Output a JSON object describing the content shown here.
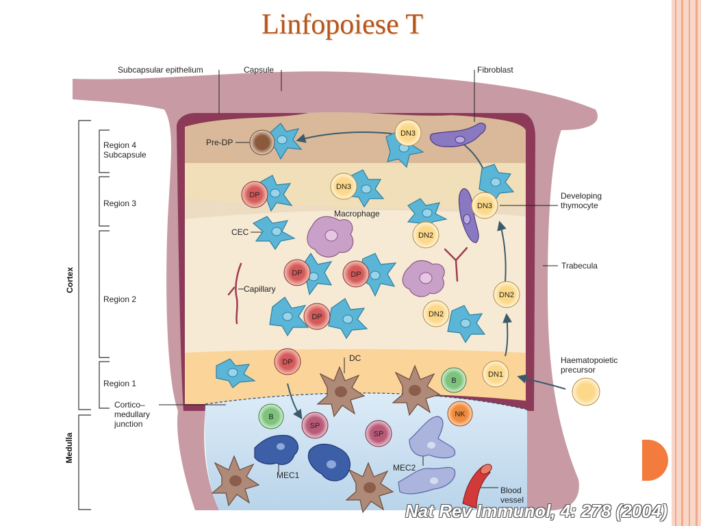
{
  "slide": {
    "title": "Linfopoiese T",
    "citation": "Nat Rev Immunol, 4: 278 (2004)"
  },
  "labels": {
    "subcapsular_epithelium": "Subcapsular epithelium",
    "capsule": "Capsule",
    "fibroblast": "Fibroblast",
    "pre_dp": "Pre-DP",
    "developing_thymocyte": "Developing\nthymocyte",
    "macrophage": "Macrophage",
    "cec": "CEC",
    "capillary": "Capillary",
    "trabecula": "Trabecula",
    "dc": "DC",
    "haematopoietic_precursor": "Haematopoietic\nprecursor",
    "cortico_medullary_junction": "Cortico–\nmedullary\njunction",
    "mec1": "MEC1",
    "mec2": "MEC2",
    "blood_vessel": "Blood\nvessel"
  },
  "regions": {
    "region4": "Region 4\nSubcapsule",
    "region3": "Region 3",
    "region2": "Region 2",
    "region1": "Region 1",
    "cortex": "Cortex",
    "medulla": "Medulla"
  },
  "cell_labels": {
    "dn3": "DN3",
    "dn2": "DN2",
    "dn1": "DN1",
    "dp": "DP",
    "sp": "SP",
    "b": "B",
    "nk": "NK"
  },
  "colors": {
    "title": "#b5561c",
    "capsule": "#c28a96",
    "capsule_dark": "#8e3a56",
    "accent_orange": "#f47b3e",
    "cortex_cream": "#f6ead4",
    "medulla_blue": "#cfe3f2",
    "epithelial_cyan": "#5bb5d6"
  }
}
